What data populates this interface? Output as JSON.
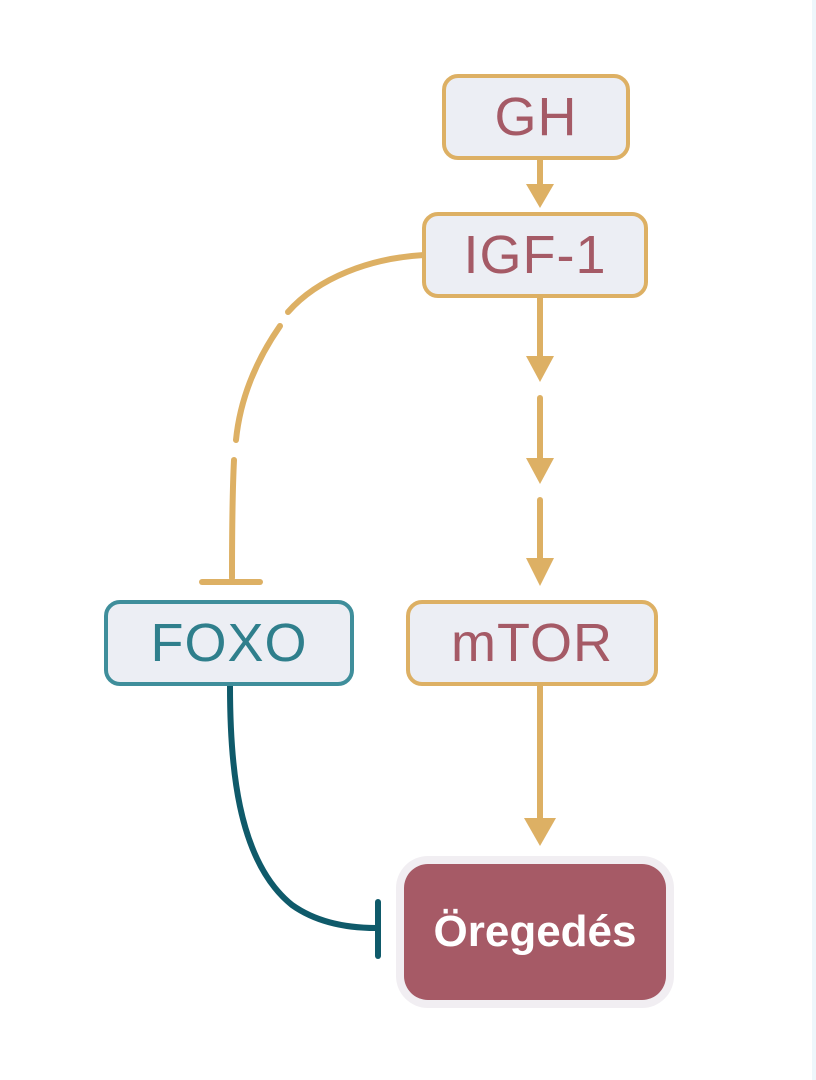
{
  "diagram": {
    "nodes": {
      "gh": "GH",
      "igf1": "IGF-1",
      "mtor": "mTOR",
      "foxo": "FOXO",
      "aging": "Öregedés"
    },
    "edges": [
      {
        "from": "GH",
        "to": "IGF-1",
        "type": "activation"
      },
      {
        "from": "IGF-1",
        "to": "mTOR",
        "type": "activation",
        "indirect": true
      },
      {
        "from": "IGF-1",
        "to": "FOXO",
        "type": "inhibition",
        "indirect": true
      },
      {
        "from": "mTOR",
        "to": "Öregedés",
        "type": "activation"
      },
      {
        "from": "FOXO",
        "to": "Öregedés",
        "type": "inhibition"
      }
    ]
  },
  "colors": {
    "gold": "#ddb064",
    "teal": "#0f5a6a",
    "node_fill": "#eceef4",
    "aging_fill": "#a65a66",
    "label_rose": "#a55a66",
    "label_teal": "#2f7f8c"
  }
}
